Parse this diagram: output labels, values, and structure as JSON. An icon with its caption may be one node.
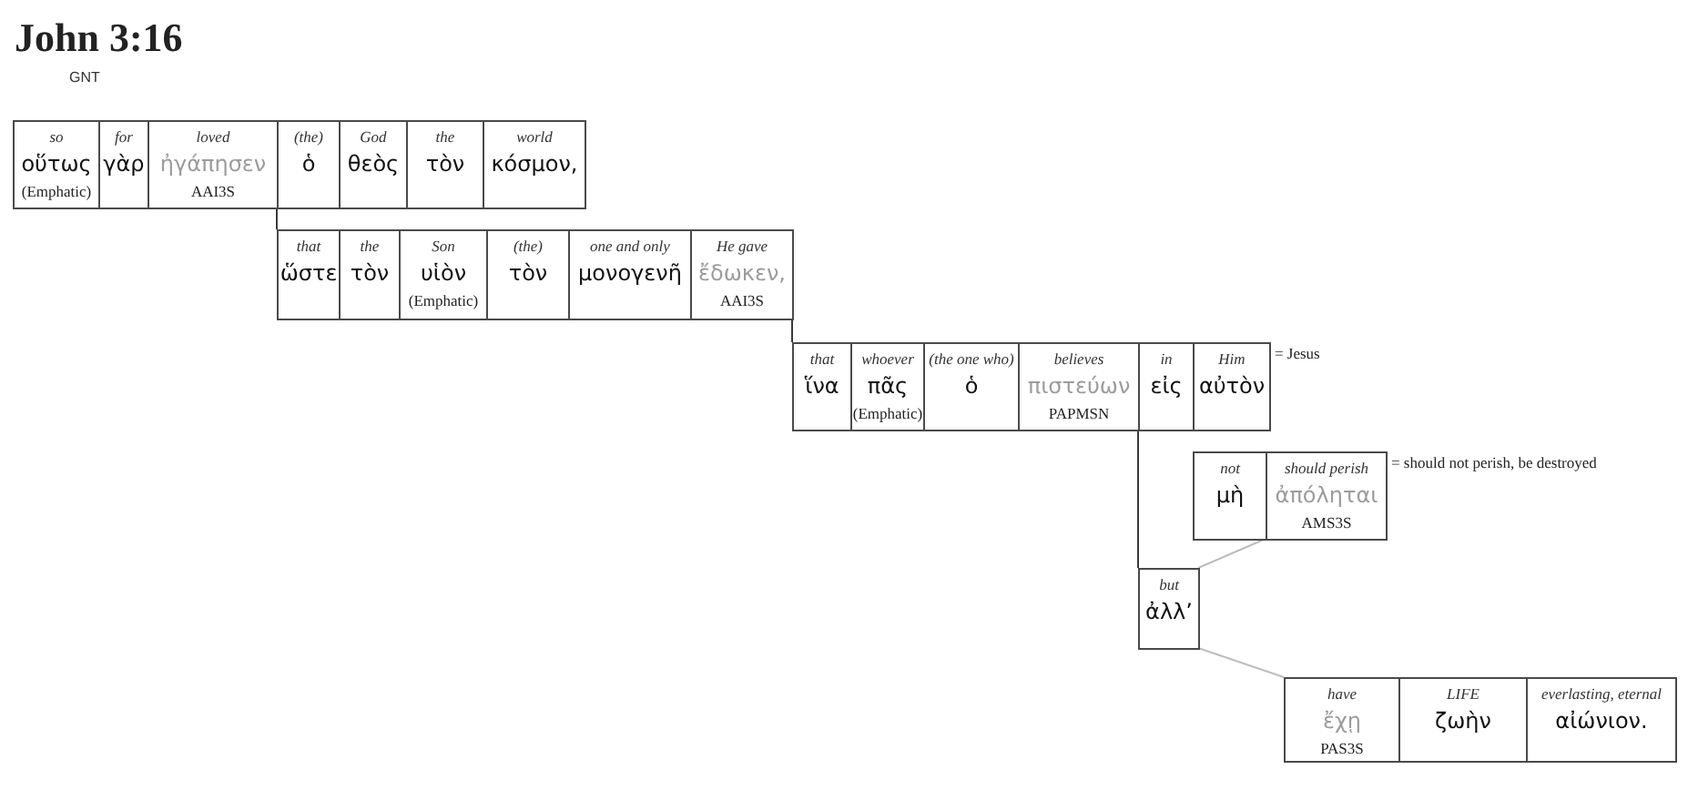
{
  "diagram": {
    "title": "John 3:16",
    "nodes": [
      {
        "text": [
          "so",
          "οὕτως",
          "(Emphatic)"
        ]
      },
      {
        "text": [
          "for",
          "γὰρ"
        ]
      },
      {
        "text": [
          "loved",
          "ἠγάπησεν",
          "AAI3S"
        ]
      },
      {
        "text": [
          "(the)",
          "ὁ"
        ]
      },
      {
        "text": [
          "God",
          "θεὸς"
        ]
      },
      {
        "text": [
          "the",
          "τὸν"
        ]
      },
      {
        "text": [
          "world",
          "κόσμον,"
        ]
      },
      {
        "text": [
          "that",
          "ὥστε"
        ]
      },
      {
        "text": [
          "the",
          "τὸν"
        ]
      },
      {
        "text": [
          "Son",
          "υἱὸν",
          "(Emphatic)"
        ]
      },
      {
        "text": [
          "(the)",
          "τὸν"
        ]
      },
      {
        "text": [
          "one and only",
          "μονογενῆ"
        ]
      },
      {
        "text": [
          "He gave",
          "ἔδωκεν,",
          "AAI3S"
        ]
      },
      {
        "text": [
          "that",
          "ἵνα"
        ]
      },
      {
        "text": [
          "whoever",
          "πᾶς",
          "(Emphatic)"
        ]
      },
      {
        "text": [
          "(the one who)",
          "ὁ"
        ]
      },
      {
        "text": [
          "believes",
          "πιστεύων",
          "PAPMSN"
        ]
      },
      {
        "text": [
          "in",
          "εἰς"
        ]
      },
      {
        "text": [
          "Him",
          "αὐτὸν"
        ],
        "beside": [
          "= Jesus"
        ]
      },
      {
        "text": [
          "not",
          "μὴ"
        ]
      },
      {
        "text": [
          "should perish",
          "ἀπόληται",
          "AMS3S"
        ],
        "beside": [
          "= should not perish, be destroyed"
        ]
      },
      {
        "text": [
          "but",
          "ἀλλ’"
        ]
      },
      {
        "text": [
          "have",
          "ἔχῃ",
          "PAS3S"
        ]
      },
      {
        "text": [
          "LIFE",
          "ζωὴν"
        ]
      },
      {
        "text": [
          "everlasting, eternal",
          "αἰώνιον."
        ]
      }
    ],
    "edges": [
      {
        "from": 2,
        "to": 7,
        "arrow": "none"
      },
      {
        "from": 12,
        "to": 13,
        "arrow": "none"
      },
      {
        "from": 16,
        "to": 21,
        "arrow": "none"
      },
      {
        "from": 20,
        "to": 21,
        "arrow": "none",
        "color": "#bdbdbd"
      },
      {
        "from": 21,
        "to": 22,
        "arrow": "none",
        "color": "#bdbdbd"
      }
    ],
    "labels": [
      "GNT"
    ]
  }
}
